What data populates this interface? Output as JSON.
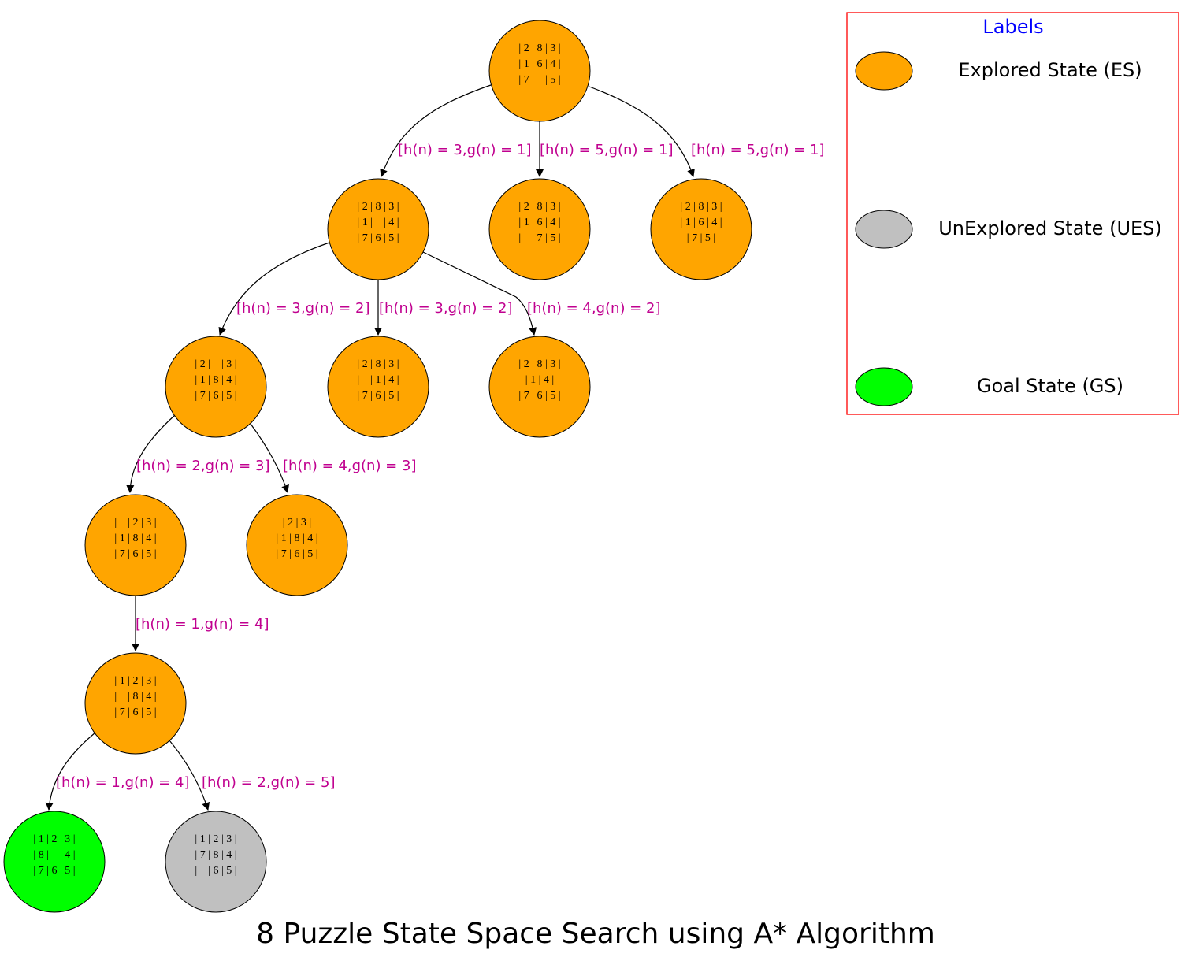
{
  "title": "8 Puzzle State Space Search using A* Algorithm",
  "colors": {
    "explored": "#ffa500",
    "unexplored": "#c0c0c0",
    "goal": "#00ff00",
    "edge_label": "#c0008f",
    "legend_border": "#ff0000",
    "legend_title": "#0000ff"
  },
  "legend": {
    "title": "Labels",
    "items": [
      {
        "kind": "explored",
        "label": "Explored State (ES)"
      },
      {
        "kind": "unexplored",
        "label": "UnExplored State (UES)"
      },
      {
        "kind": "goal",
        "label": "Goal State (GS)"
      }
    ]
  },
  "nodes": [
    {
      "id": "n0",
      "kind": "explored",
      "lines": [
        "| 2 | 8 | 3 |",
        "| 1 | 6 | 4 |",
        "| 7 |    | 5 |"
      ]
    },
    {
      "id": "n1",
      "kind": "explored",
      "lines": [
        "| 2 | 8 | 3 |",
        "| 1 |    | 4 |",
        "| 7 | 6 | 5 |"
      ]
    },
    {
      "id": "n2",
      "kind": "explored",
      "lines": [
        "| 2 | 8 | 3 |",
        "| 1 | 6 | 4 |",
        "|    | 7 | 5 |"
      ]
    },
    {
      "id": "n3",
      "kind": "explored",
      "lines": [
        "| 2 | 8 | 3 |",
        "| 1 | 6 | 4 |",
        "| 7 | 5 |"
      ]
    },
    {
      "id": "n4",
      "kind": "explored",
      "lines": [
        "| 2 |    | 3 |",
        "| 1 | 8 | 4 |",
        "| 7 | 6 | 5 |"
      ]
    },
    {
      "id": "n5",
      "kind": "explored",
      "lines": [
        "| 2 | 8 | 3 |",
        "|    | 1 | 4 |",
        "| 7 | 6 | 5 |"
      ]
    },
    {
      "id": "n6",
      "kind": "explored",
      "lines": [
        "| 2 | 8 | 3 |",
        "| 1 | 4 |",
        "| 7 | 6 | 5 |"
      ]
    },
    {
      "id": "n7",
      "kind": "explored",
      "lines": [
        "|    | 2 | 3 |",
        "| 1 | 8 | 4 |",
        "| 7 | 6 | 5 |"
      ]
    },
    {
      "id": "n8",
      "kind": "explored",
      "lines": [
        "| 2 | 3 |",
        "| 1 | 8 | 4 |",
        "| 7 | 6 | 5 |"
      ]
    },
    {
      "id": "n9",
      "kind": "explored",
      "lines": [
        "| 1 | 2 | 3 |",
        "|    | 8 | 4 |",
        "| 7 | 6 | 5 |"
      ]
    },
    {
      "id": "n10",
      "kind": "goal",
      "lines": [
        "| 1 | 2 | 3 |",
        "| 8 |    | 4 |",
        "| 7 | 6 | 5 |"
      ]
    },
    {
      "id": "n11",
      "kind": "unexplored",
      "lines": [
        "| 1 | 2 | 3 |",
        "| 7 | 8 | 4 |",
        "|    | 6 | 5 |"
      ]
    }
  ],
  "edges": [
    {
      "from": "n0",
      "to": "n1",
      "label": "[h(n) = 3,g(n) = 1]"
    },
    {
      "from": "n0",
      "to": "n2",
      "label": "[h(n) = 5,g(n) = 1]"
    },
    {
      "from": "n0",
      "to": "n3",
      "label": "[h(n) = 5,g(n) = 1]"
    },
    {
      "from": "n1",
      "to": "n4",
      "label": "[h(n) = 3,g(n) = 2]"
    },
    {
      "from": "n1",
      "to": "n5",
      "label": "[h(n) = 3,g(n) = 2]"
    },
    {
      "from": "n1",
      "to": "n6",
      "label": "[h(n) = 4,g(n) = 2]"
    },
    {
      "from": "n4",
      "to": "n7",
      "label": "[h(n) = 2,g(n) = 3]"
    },
    {
      "from": "n4",
      "to": "n8",
      "label": "[h(n) = 4,g(n) = 3]"
    },
    {
      "from": "n7",
      "to": "n9",
      "label": "[h(n) = 1,g(n) = 4]"
    },
    {
      "from": "n9",
      "to": "n10",
      "label": "[h(n) = 1,g(n) = 4]"
    },
    {
      "from": "n9",
      "to": "n11",
      "label": "[h(n) = 2,g(n) = 5]"
    }
  ]
}
